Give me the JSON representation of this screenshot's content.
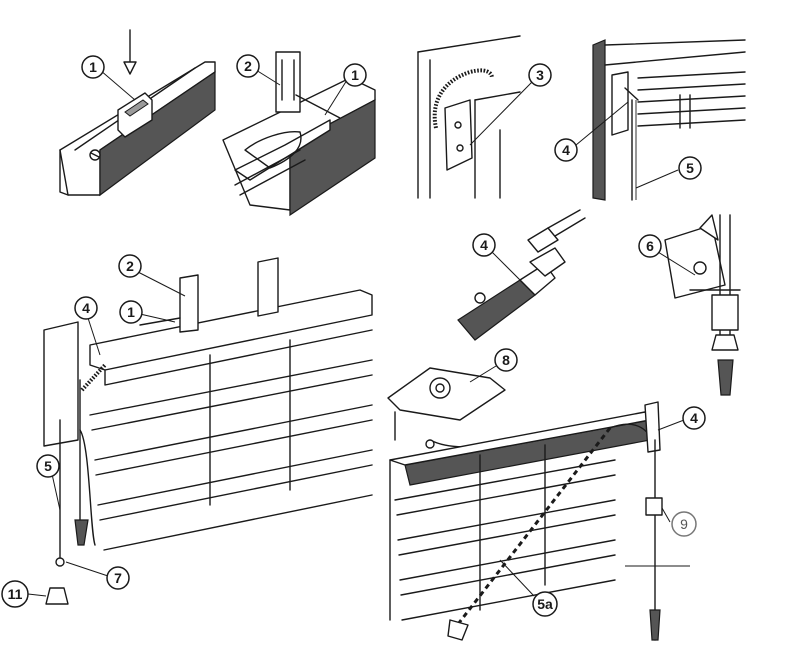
{
  "callouts": {
    "c1a": "1",
    "c2a": "2",
    "c1b": "1",
    "c3": "3",
    "c4a": "4",
    "c5a": "5",
    "c4b": "4",
    "c6": "6",
    "c2b": "2",
    "c1c": "1",
    "c4c": "4",
    "c5b": "5",
    "c7": "7",
    "c11": "11",
    "c8": "8",
    "c4d": "4",
    "c9": "9",
    "c5a_label": "5a"
  },
  "colors": {
    "ink": "#1a1a1a",
    "shade": "#555555",
    "background": "#ffffff"
  }
}
